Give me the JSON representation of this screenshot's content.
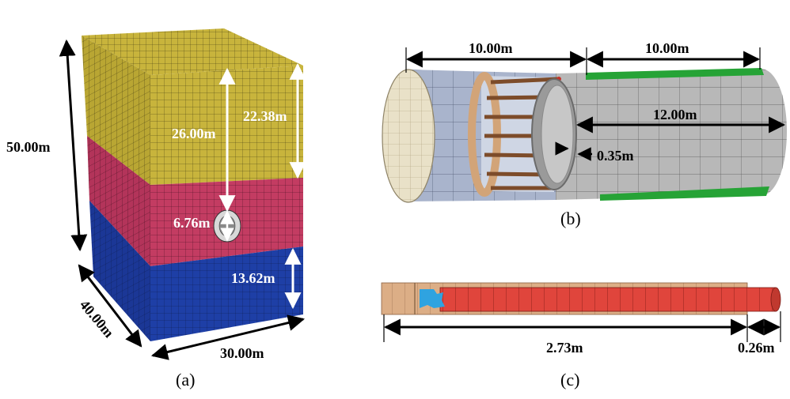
{
  "panel_a": {
    "caption": "(a)",
    "dims": {
      "height": "50.00m",
      "depth": "40.00m",
      "width": "30.00m",
      "tunnel_depth": "26.00m",
      "top_layer": "22.38m",
      "tunnel_diameter": "6.76m",
      "bottom_layer": "13.62m"
    },
    "colors": {
      "top_layer": "#c8b43c",
      "middle_layer": "#c33c62",
      "bottom_layer": "#1e3fa6"
    }
  },
  "panel_b": {
    "caption": "(b)",
    "dims": {
      "left_span": "10.00m",
      "right_span": "10.00m",
      "lining_length": "12.00m",
      "lining_thickness": "0.35m"
    },
    "colors": {
      "rock": "#a9b4cc",
      "lining": "#b8b8b8",
      "highlight": "#26a336",
      "face": "#e9e1c8",
      "anchor": "#d2a478"
    }
  },
  "panel_c": {
    "caption": "(c)",
    "dims": {
      "embedded_length": "2.73m",
      "protrusion": "0.26m"
    },
    "colors": {
      "sleeve": "#dcae86",
      "bolt": "#e0453c",
      "grout": "#2fa3e0"
    }
  }
}
